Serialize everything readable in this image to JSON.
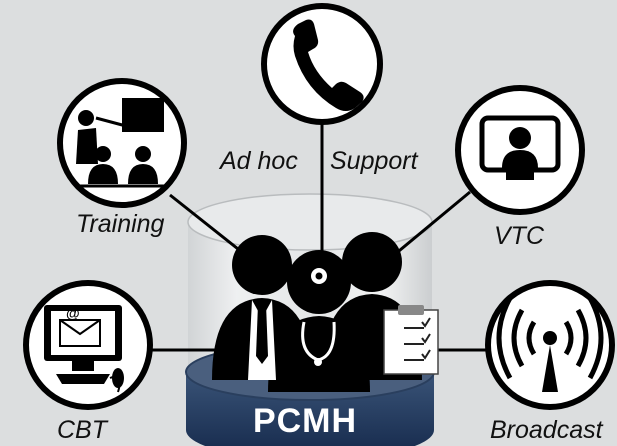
{
  "hub": {
    "label": "PCMH"
  },
  "nodes": [
    {
      "id": "training",
      "label": "Training",
      "icon": "presentation-icon"
    },
    {
      "id": "ad-hoc",
      "label": "Ad hoc",
      "icon": "telephone-icon"
    },
    {
      "id": "support",
      "label": "Support"
    },
    {
      "id": "vtc",
      "label": "VTC",
      "icon": "video-conference-icon"
    },
    {
      "id": "cbt",
      "label": "CBT",
      "icon": "computer-email-icon"
    },
    {
      "id": "broadcast",
      "label": "Broadcast",
      "icon": "broadcast-antenna-icon"
    }
  ],
  "colors": {
    "background": "#dcdedf",
    "hub_base": "#1f3a5f",
    "hub_rim": "#4a5f7e",
    "icons": "#000000"
  }
}
